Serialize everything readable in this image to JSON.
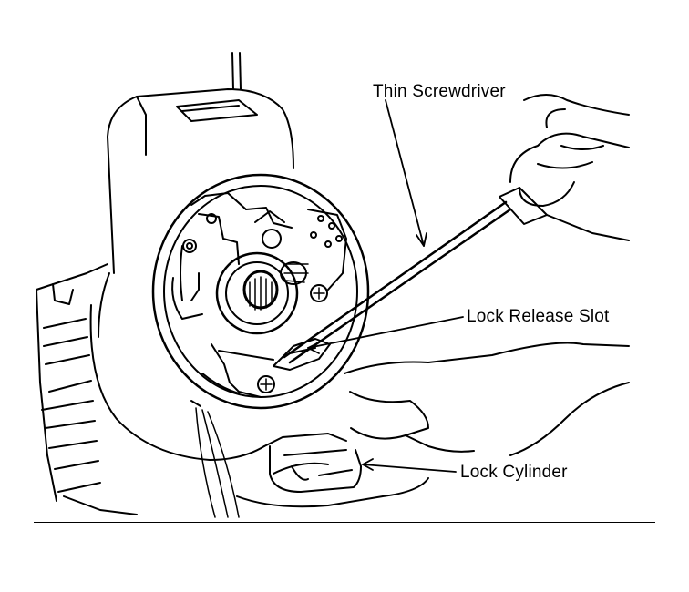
{
  "labels": {
    "screwdriver": "Thin Screwdriver",
    "release_slot": "Lock Release Slot",
    "lock_cylinder": "Lock Cylinder"
  },
  "colors": {
    "ink": "#000000",
    "paper": "#ffffff"
  }
}
